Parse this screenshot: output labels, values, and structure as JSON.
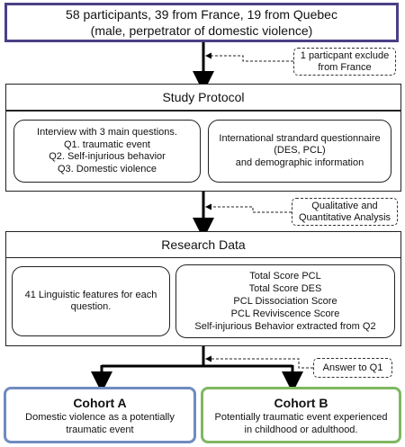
{
  "participants": {
    "line1": "58 participants, 39 from France, 19 from Quebec",
    "line2": "(male, perpetrator of domestic violence)"
  },
  "exclusion_note": {
    "line1": "1 particpant exclude",
    "line2": "from France"
  },
  "study_protocol": {
    "title": "Study Protocol",
    "interview": {
      "line1": "Interview with 3 main questions.",
      "line2": "Q1. traumatic event",
      "line3": "Q2. Self-injurious  behavior",
      "line4": "Q3. Domestic violence"
    },
    "questionnaire": {
      "line1": "International strandard questionnaire",
      "line2": "(DES, PCL)",
      "line3": "and demographic information"
    }
  },
  "analysis_note": {
    "line1": "Qualitative and",
    "line2": "Quantitative Analysis"
  },
  "research_data": {
    "title": "Research Data",
    "linguistic": {
      "line1": "41 Linguistic features for each",
      "line2": "question."
    },
    "scores": [
      "Total Score PCL",
      "Total Score DES",
      "PCL Dissociation Score",
      "PCL Reviviscence Score",
      "Self-injurious Behavior extracted from Q2"
    ]
  },
  "answer_note": "Answer to Q1",
  "cohort_a": {
    "title": "Cohort A",
    "line1": "Domestic violence as a potentially",
    "line2": "traumatic event",
    "border_color": "#6f8cc0"
  },
  "cohort_b": {
    "title": "Cohort B",
    "line1": "Potentially traumatic event experienced",
    "line2": "in childhood or adulthood.",
    "border_color": "#7fb860"
  }
}
